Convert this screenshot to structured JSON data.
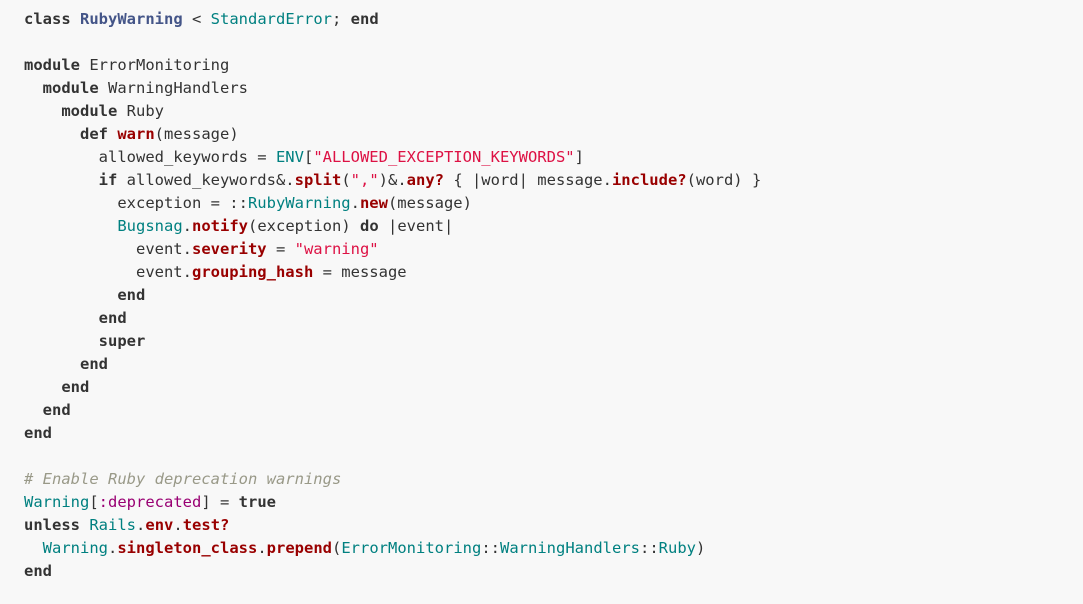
{
  "theme": {
    "background": "#f8f8f8",
    "colors": {
      "kw": "#333333",
      "class": "#445588",
      "const": "#008080",
      "meth": "#990000",
      "str": "#dd1144",
      "sym": "#990073",
      "comment": "#999988",
      "plain": "#333333"
    }
  },
  "code": {
    "language": "ruby",
    "lines": [
      [
        [
          "kw",
          "class"
        ],
        [
          "plain",
          " "
        ],
        [
          "class",
          "RubyWarning"
        ],
        [
          "plain",
          " < "
        ],
        [
          "const",
          "StandardError"
        ],
        [
          "plain",
          "; "
        ],
        [
          "kw",
          "end"
        ]
      ],
      [],
      [
        [
          "kw",
          "module"
        ],
        [
          "plain",
          " ErrorMonitoring"
        ]
      ],
      [
        [
          "plain",
          "  "
        ],
        [
          "kw",
          "module"
        ],
        [
          "plain",
          " WarningHandlers"
        ]
      ],
      [
        [
          "plain",
          "    "
        ],
        [
          "kw",
          "module"
        ],
        [
          "plain",
          " Ruby"
        ]
      ],
      [
        [
          "plain",
          "      "
        ],
        [
          "kw",
          "def"
        ],
        [
          "plain",
          " "
        ],
        [
          "meth",
          "warn"
        ],
        [
          "plain",
          "(message)"
        ]
      ],
      [
        [
          "plain",
          "        allowed_keywords = "
        ],
        [
          "const",
          "ENV"
        ],
        [
          "plain",
          "["
        ],
        [
          "str",
          "\"ALLOWED_EXCEPTION_KEYWORDS\""
        ],
        [
          "plain",
          "]"
        ]
      ],
      [
        [
          "plain",
          "        "
        ],
        [
          "kw",
          "if"
        ],
        [
          "plain",
          " allowed_keywords&."
        ],
        [
          "meth",
          "split"
        ],
        [
          "plain",
          "("
        ],
        [
          "str",
          "\",\""
        ],
        [
          "plain",
          ")&."
        ],
        [
          "meth",
          "any?"
        ],
        [
          "plain",
          " { |word| message."
        ],
        [
          "meth",
          "include?"
        ],
        [
          "plain",
          "(word) }"
        ]
      ],
      [
        [
          "plain",
          "          exception = ::"
        ],
        [
          "const",
          "RubyWarning"
        ],
        [
          "plain",
          "."
        ],
        [
          "meth",
          "new"
        ],
        [
          "plain",
          "(message)"
        ]
      ],
      [
        [
          "plain",
          "          "
        ],
        [
          "const",
          "Bugsnag"
        ],
        [
          "plain",
          "."
        ],
        [
          "meth",
          "notify"
        ],
        [
          "plain",
          "(exception) "
        ],
        [
          "kw",
          "do"
        ],
        [
          "plain",
          " |event|"
        ]
      ],
      [
        [
          "plain",
          "            event."
        ],
        [
          "meth",
          "severity"
        ],
        [
          "plain",
          " = "
        ],
        [
          "str",
          "\"warning\""
        ]
      ],
      [
        [
          "plain",
          "            event."
        ],
        [
          "meth",
          "grouping_hash"
        ],
        [
          "plain",
          " = message"
        ]
      ],
      [
        [
          "plain",
          "          "
        ],
        [
          "kw",
          "end"
        ]
      ],
      [
        [
          "plain",
          "        "
        ],
        [
          "kw",
          "end"
        ]
      ],
      [
        [
          "plain",
          "        "
        ],
        [
          "kw",
          "super"
        ]
      ],
      [
        [
          "plain",
          "      "
        ],
        [
          "kw",
          "end"
        ]
      ],
      [
        [
          "plain",
          "    "
        ],
        [
          "kw",
          "end"
        ]
      ],
      [
        [
          "plain",
          "  "
        ],
        [
          "kw",
          "end"
        ]
      ],
      [
        [
          "kw",
          "end"
        ]
      ],
      [],
      [
        [
          "comment",
          "# Enable Ruby deprecation warnings"
        ]
      ],
      [
        [
          "const",
          "Warning"
        ],
        [
          "plain",
          "["
        ],
        [
          "sym",
          ":deprecated"
        ],
        [
          "plain",
          "] = "
        ],
        [
          "kw",
          "true"
        ]
      ],
      [
        [
          "kw",
          "unless"
        ],
        [
          "plain",
          " "
        ],
        [
          "const",
          "Rails"
        ],
        [
          "plain",
          "."
        ],
        [
          "meth",
          "env"
        ],
        [
          "plain",
          "."
        ],
        [
          "meth",
          "test?"
        ]
      ],
      [
        [
          "plain",
          "  "
        ],
        [
          "const",
          "Warning"
        ],
        [
          "plain",
          "."
        ],
        [
          "meth",
          "singleton_class"
        ],
        [
          "plain",
          "."
        ],
        [
          "meth",
          "prepend"
        ],
        [
          "plain",
          "("
        ],
        [
          "const",
          "ErrorMonitoring"
        ],
        [
          "plain",
          "::"
        ],
        [
          "const",
          "WarningHandlers"
        ],
        [
          "plain",
          "::"
        ],
        [
          "const",
          "Ruby"
        ],
        [
          "plain",
          ")"
        ]
      ],
      [
        [
          "kw",
          "end"
        ]
      ]
    ]
  }
}
